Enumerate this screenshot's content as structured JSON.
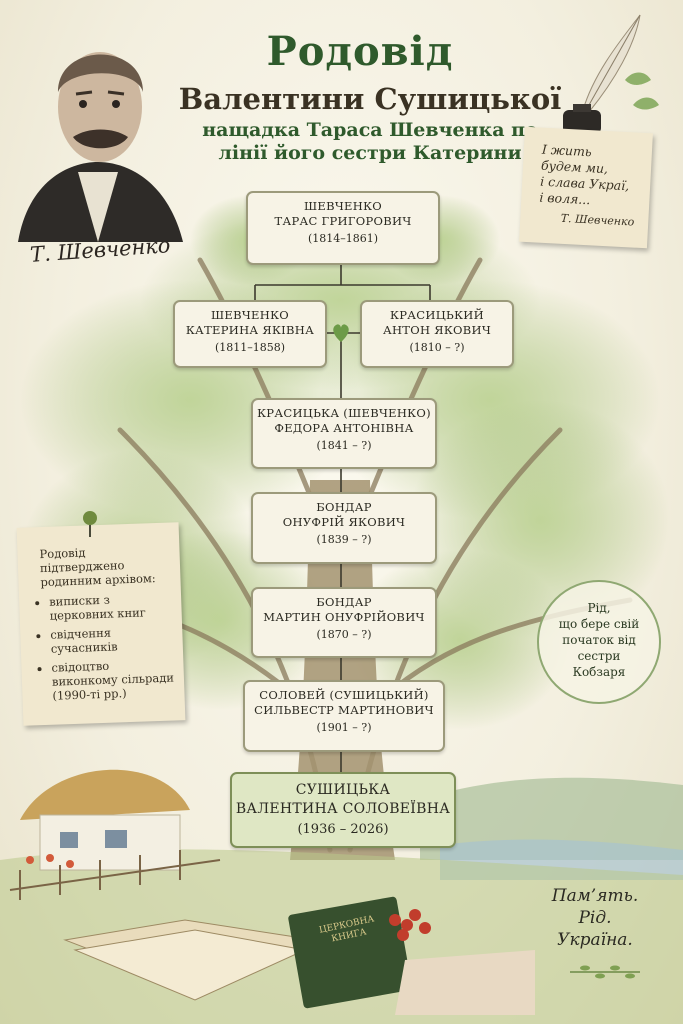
{
  "title": {
    "line1": "Родовід",
    "line2": "Валентини Сушицької",
    "subtitle": "нащадка Тараса Шевченка по лінії його сестри Катерини"
  },
  "portrait": {
    "signature": "Т. Шевченко"
  },
  "quote": {
    "text": "І жить\nбудем ми,\nі слава Украї,\nі воля...",
    "signature": "Т. Шевченко"
  },
  "nodes": [
    {
      "name": "ШЕВЧЕНКО\nТАРАС ГРИГОРОВИЧ",
      "dates": "(1814–1861)"
    },
    {
      "name": "ШЕВЧЕНКО\nКАТЕРИНА ЯКІВНА",
      "dates": "(1811–1858)"
    },
    {
      "name": "КРАСИЦЬКИЙ\nАНТОН ЯКОВИЧ",
      "dates": "(1810 – ?)"
    },
    {
      "name": "КРАСИЦЬКА (ШЕВЧЕНКО)\nФЕДОРА АНТОНІВНА",
      "dates": "(1841 – ?)"
    },
    {
      "name": "БОНДАР\nОНУФРІЙ ЯКОВИЧ",
      "dates": "(1839 – ?)"
    },
    {
      "name": "БОНДАР\nМАРТИН ОНУФРІЙОВИЧ",
      "dates": "(1870 – ?)"
    },
    {
      "name": "СОЛОВЕЙ (СУШИЦЬКИЙ)\nСИЛЬВЕСТР МАРТИНОВИЧ",
      "dates": "(1901 – ?)"
    },
    {
      "name": "СУШИЦЬКА\nВАЛЕНТИНА СОЛОВЕЇВНА",
      "dates": "(1936 – 2026)"
    }
  ],
  "archive_note": {
    "heading": "Родовід підтверджено родинним архівом:",
    "items": [
      "виписки з церковних книг",
      "свідчення сучасників",
      "свідоцтво виконкому сільради (1990-ті рр.)"
    ]
  },
  "circle_note": "Рід,\nщо бере свій\nпочаток від\nсестри\nКобзаря",
  "book_label": "ЦЕРКОВНА\nКНИГА",
  "motto": "Пам’ять.\nРід.\nУкраїна."
}
